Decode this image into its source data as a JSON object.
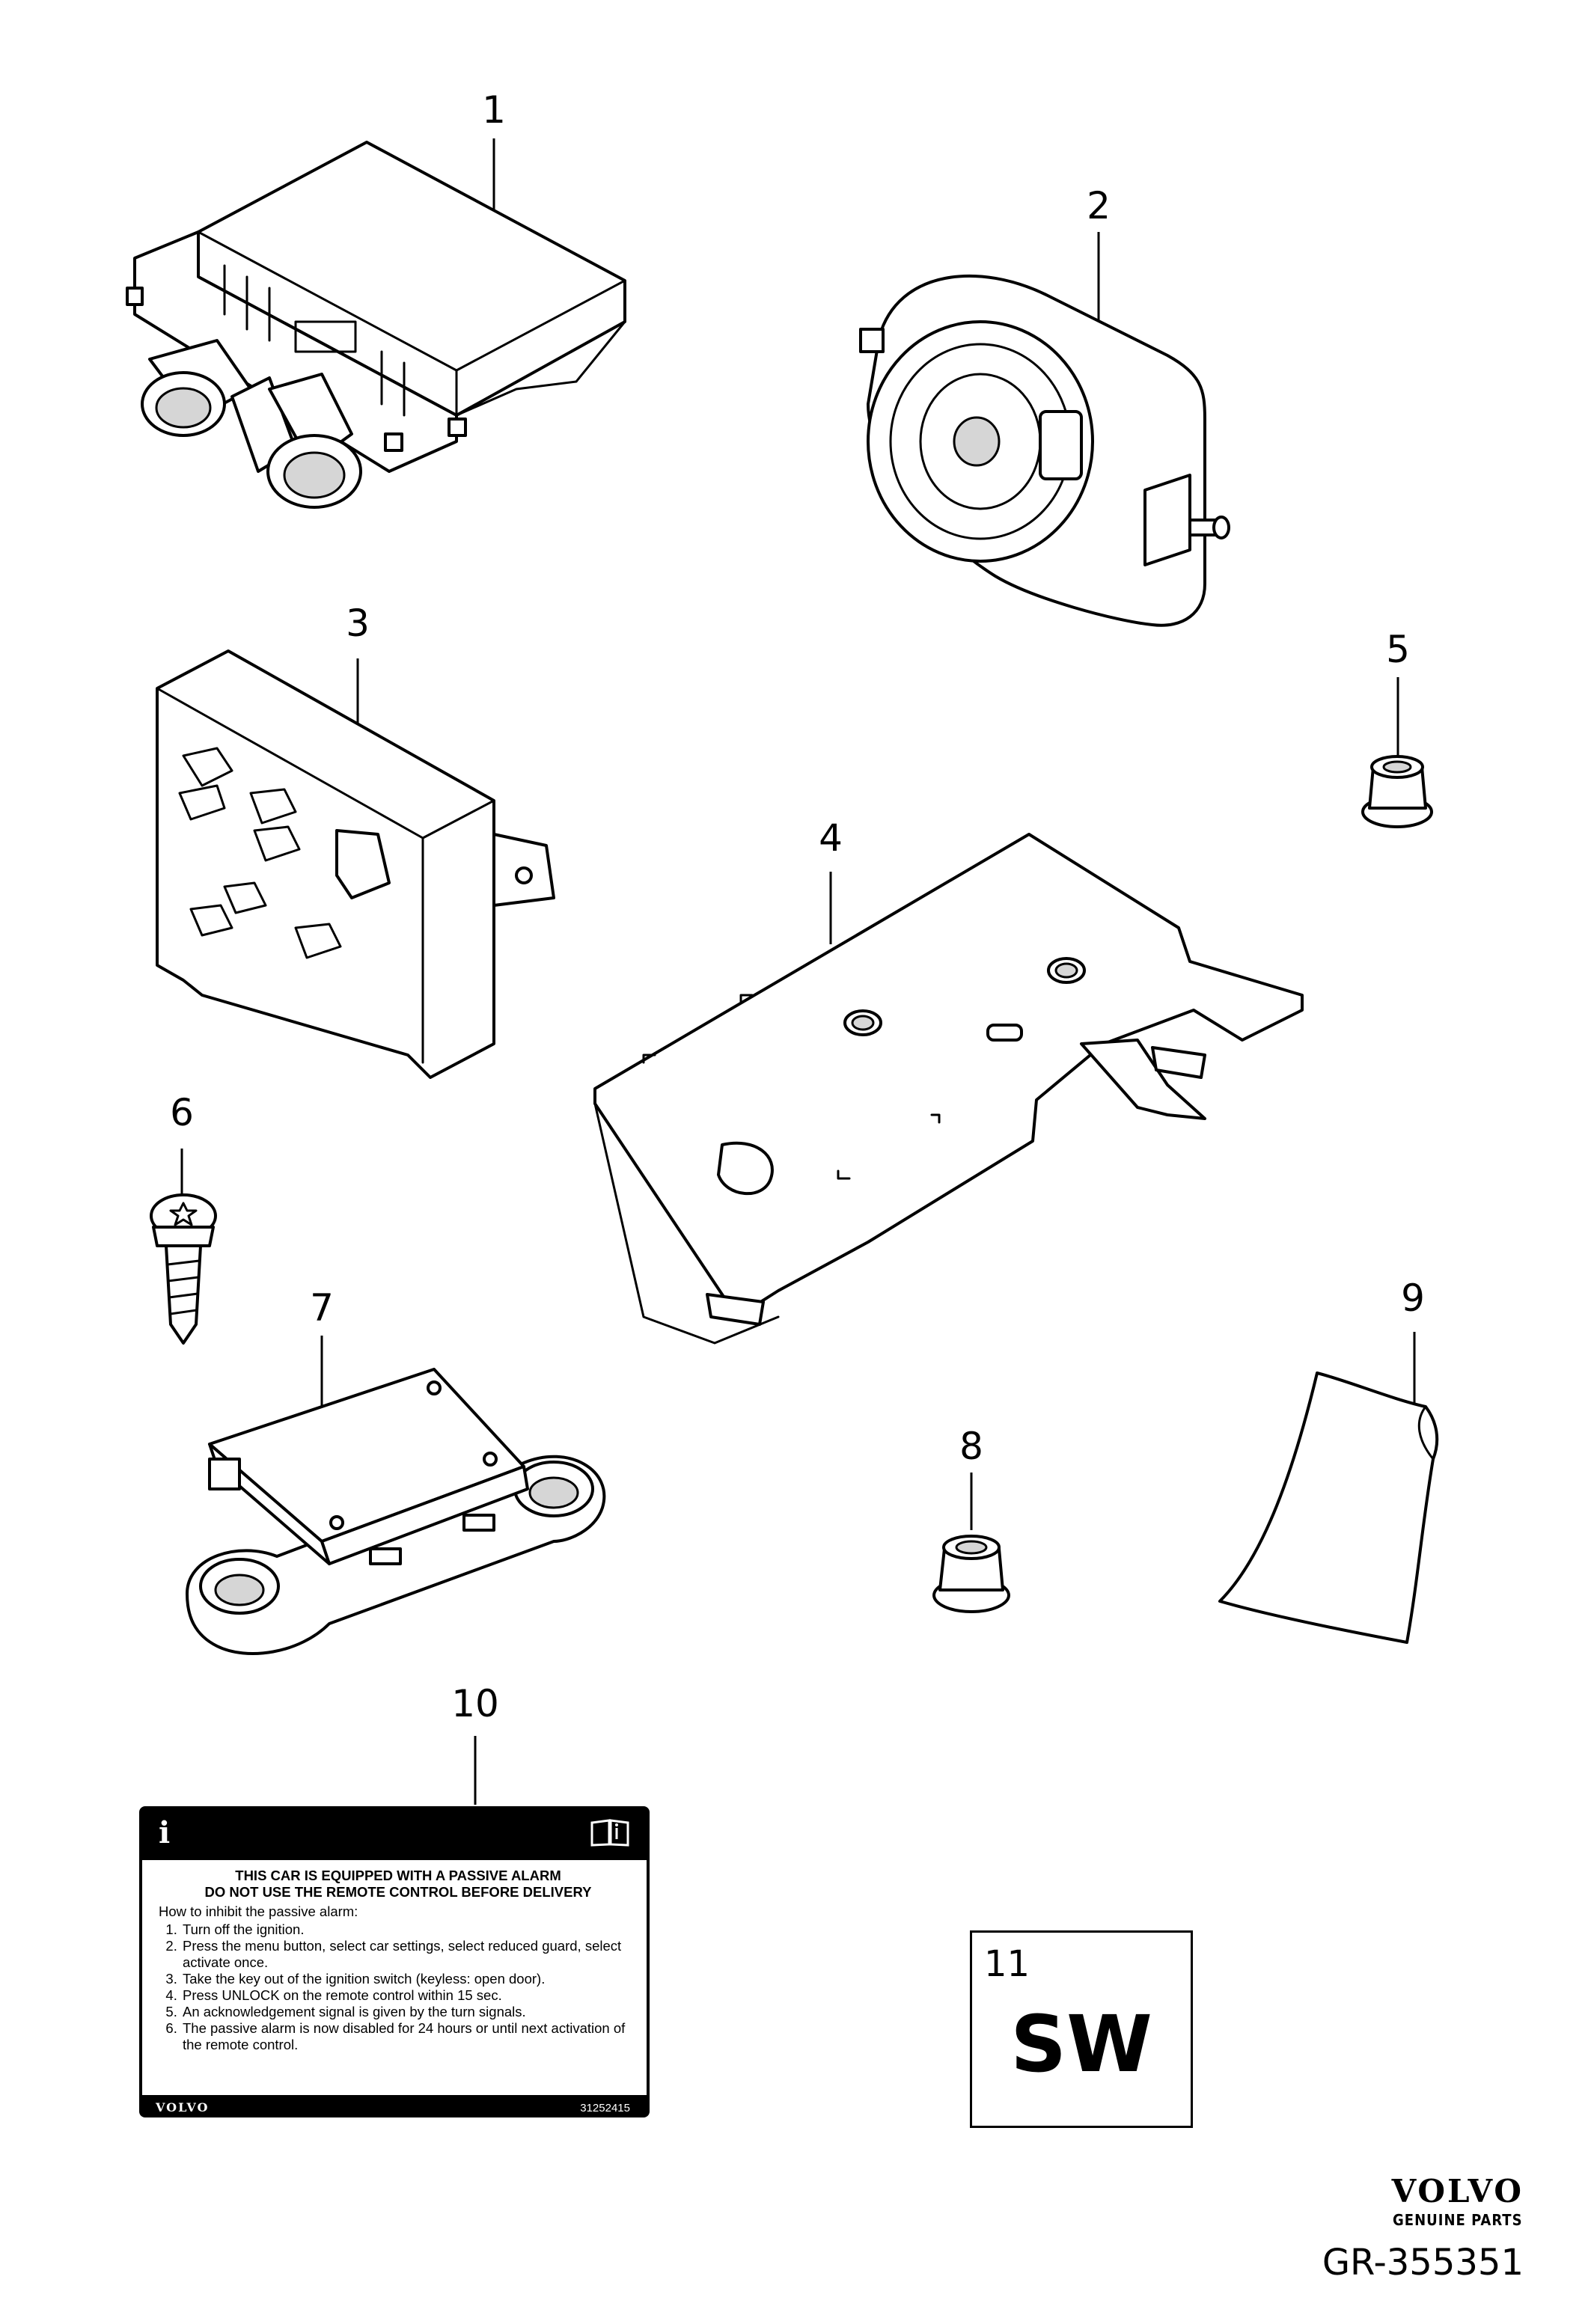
{
  "callouts": [
    "1",
    "2",
    "3",
    "4",
    "5",
    "6",
    "7",
    "8",
    "9",
    "10",
    "11"
  ],
  "decal": {
    "info_symbol": "i",
    "warning_line_1": "THIS CAR IS EQUIPPED WITH A PASSIVE ALARM",
    "warning_line_2": "DO NOT USE THE REMOTE CONTROL BEFORE DELIVERY",
    "intro": "How to inhibit the passive alarm:",
    "steps": [
      "Turn off the ignition.",
      "Press the menu button, select car settings, select reduced guard, select activate once.",
      "Take the key out of the ignition switch (keyless: open door).",
      "Press UNLOCK on the remote control within 15 sec.",
      "An acknowledgement signal is given by the turn signals.",
      "The passive alarm is now disabled for 24 hours or until next activation of the remote control."
    ],
    "brand": "VOLVO",
    "part_number": "31252415"
  },
  "sw_box": {
    "number": "11",
    "code": "SW"
  },
  "footer": {
    "brand": "VOLVO",
    "tagline": "GENUINE PARTS",
    "reference": "GR-355351"
  }
}
